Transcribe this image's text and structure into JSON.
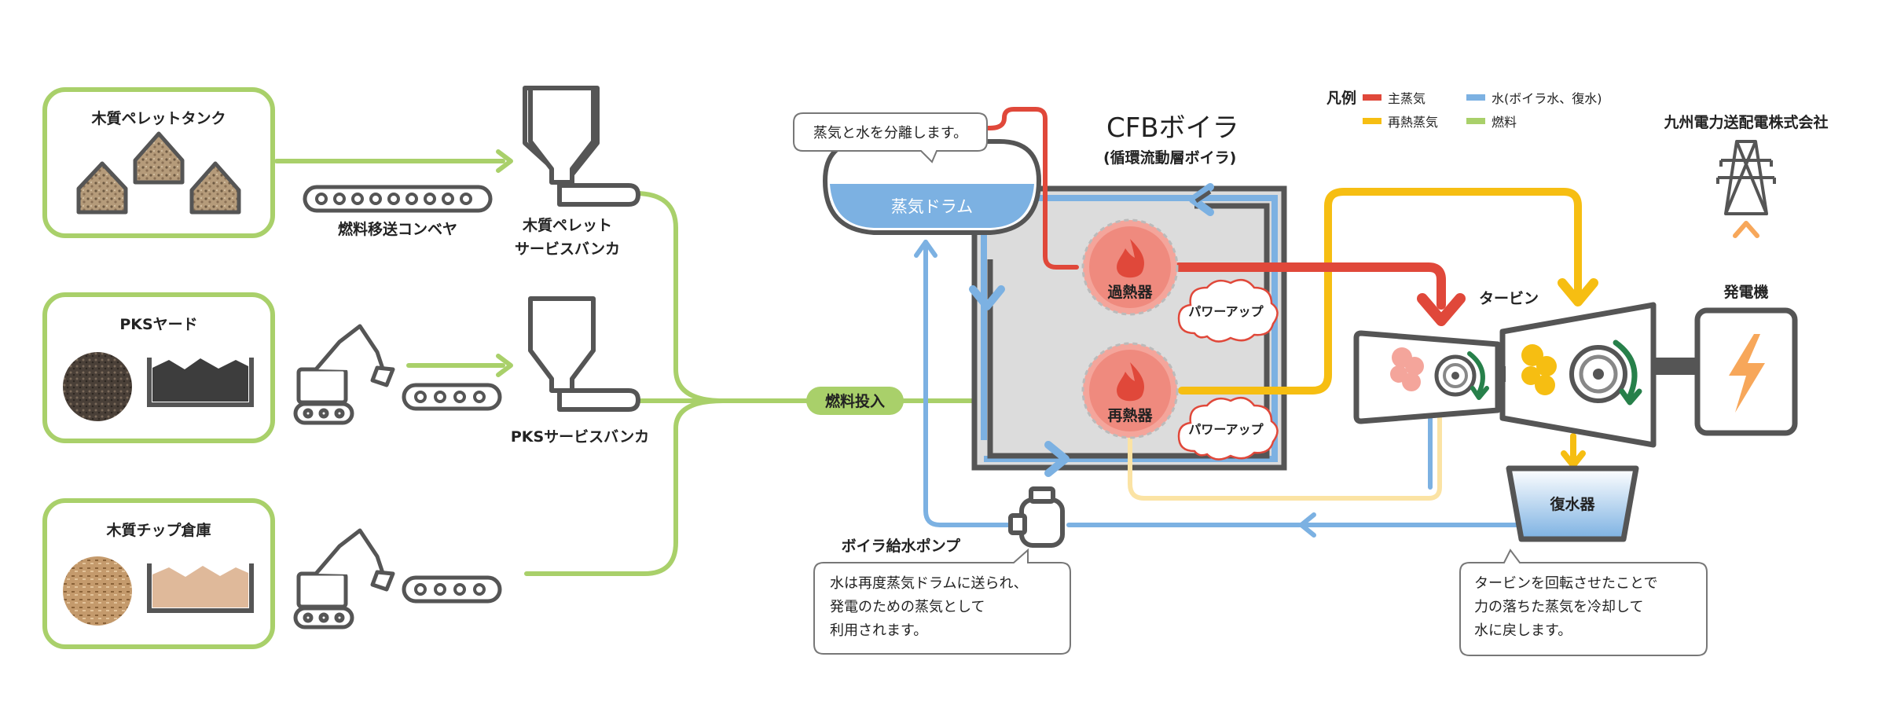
{
  "sources": {
    "pellet_tank": "木質ペレットタンク",
    "pks_yard": "PKSヤード",
    "chip_warehouse": "木質チップ倉庫"
  },
  "conveyor_label": "燃料移送コンベヤ",
  "bunkers": {
    "pellet_line1": "木質ペレット",
    "pellet_line2": "サービスバンカ",
    "pks": "PKSサービスバンカ"
  },
  "fuel_input": "燃料投入",
  "steam_drum": {
    "label": "蒸気ドラム",
    "callout": "蒸気と水を分離します。"
  },
  "boiler": {
    "title": "CFBボイラ",
    "subtitle": "(循環流動層ボイラ)",
    "superheater": "過熱器",
    "reheater": "再熱器",
    "power_up": "パワーアップ"
  },
  "legend": {
    "title": "凡例",
    "main_steam": "主蒸気",
    "reheat_steam": "再熱蒸気",
    "water": "水(ボイラ水、復水)",
    "fuel": "燃料",
    "colors": {
      "main_steam": "#e0483a",
      "reheat_steam": "#f6be12",
      "water": "#7cb1e2",
      "fuel": "#a9d06a"
    }
  },
  "turbine": "タービン",
  "generator": "発電機",
  "grid": "九州電力送配電株式会社",
  "condenser": "復水器",
  "condenser_callout": {
    "line1": "タービンを回転させたことで",
    "line2": "力の落ちた蒸気を冷却して",
    "line3": "水に戻します。"
  },
  "pump": {
    "label": "ボイラ給水ポンプ",
    "callout1": "水は再度蒸気ドラムに送られ、",
    "callout2": "発電のための蒸気として",
    "callout3": "利用されます。"
  }
}
